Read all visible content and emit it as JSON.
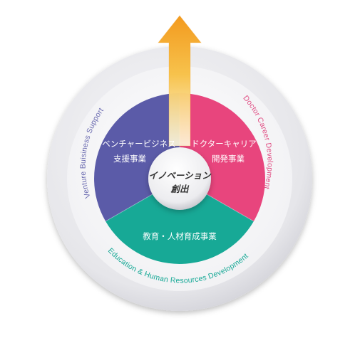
{
  "colors": {
    "venture": "#5B5BA8",
    "doctor": "#E8457D",
    "education": "#17A996",
    "ring_outer": "#ececf0",
    "arrow_top": "#F39A1E",
    "arrow_bottom": "#FFFBE0"
  },
  "center": {
    "line1": "イノベーション",
    "line2": "創出"
  },
  "segments": {
    "venture": {
      "line1": "ベンチャービジネス",
      "line2": "支援事業"
    },
    "doctor": {
      "line1": "ドクターキャリア",
      "line2": "開発事業"
    },
    "education": {
      "line1": "教育・人材育成事業"
    }
  },
  "ring_labels": {
    "venture": "Venture Buisiness Support",
    "doctor": "Doctor Career Development",
    "education": "Education & Human Resources Development"
  },
  "icons": {
    "arrow": "up-arrow-icon"
  }
}
